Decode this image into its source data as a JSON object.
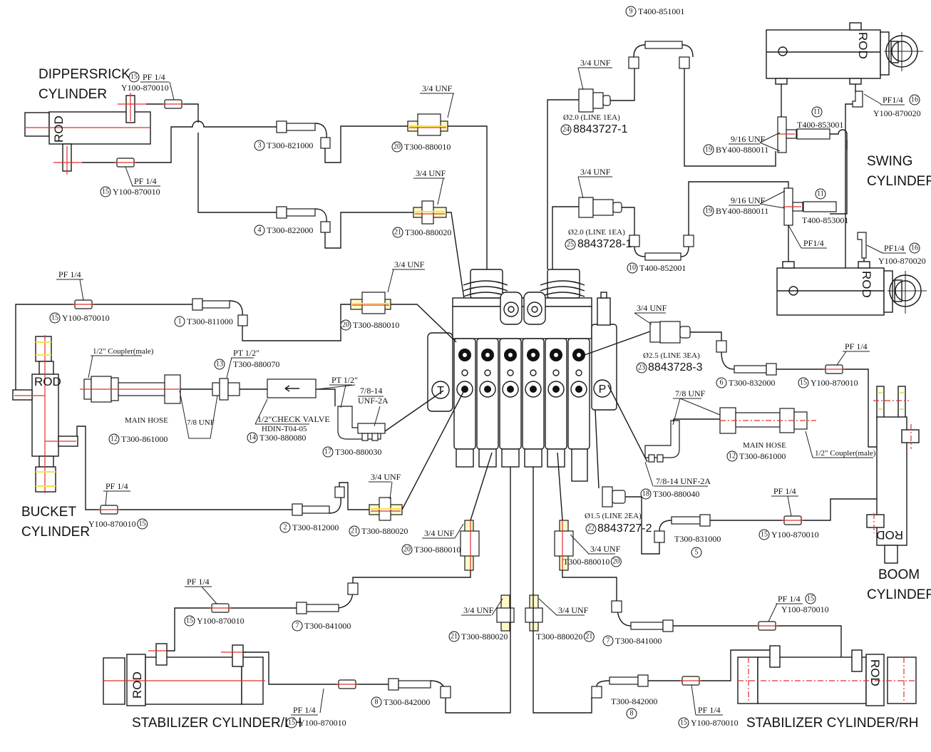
{
  "diagram_title": "Hydraulic Hose Routing Diagram",
  "colors": {
    "line": "#1a1a1a",
    "centerline": "#e0302a",
    "thread_highlight": "#f4e54a"
  },
  "cylinders": {
    "dipperstick": {
      "title_line1": "DIPPERSRICK",
      "title_line2": "CYLINDER",
      "rod": "ROD"
    },
    "bucket": {
      "title_line1": "BUCKET",
      "title_line2": "CYLINDER",
      "rod": "ROD"
    },
    "swing": {
      "title_line1": "SWING",
      "title_line2": "CYLINDER",
      "rod_top": "ROD",
      "rod_bottom": "ROD"
    },
    "boom": {
      "title_line1": "BOOM",
      "title_line2": "CYLINDER",
      "rod": "ROD"
    },
    "stabilizer_lh": {
      "title": "STABILIZER CYLINDER/LH",
      "rod": "ROD"
    },
    "stabilizer_rh": {
      "title": "STABILIZER CYLINDER/RH",
      "rod": "ROD"
    }
  },
  "valve": {
    "port_t": "T",
    "port_p": "P"
  },
  "labels": {
    "dip_pf_top": {
      "num": "15",
      "spec": "PF 1/4",
      "part": "Y100-870010"
    },
    "dip_pf_bot": {
      "num": "15",
      "spec": "PF 1/4",
      "part": "Y100-870010"
    },
    "hose3": {
      "num": "3",
      "part": "T300-821000"
    },
    "hose4": {
      "num": "4",
      "part": "T300-822000"
    },
    "fit20_top": {
      "num": "20",
      "spec": "3/4 UNF",
      "part": "T300-880010"
    },
    "fit21_top": {
      "num": "21",
      "spec": "3/4 UNF",
      "part": "T300-880020"
    },
    "hose9": {
      "num": "9",
      "part": "T400-851001"
    },
    "pipe24": {
      "num": "24",
      "spec": "3/4 UNF",
      "dia": "Ø2.0 (LINE 1EA)",
      "part": "8843727-1"
    },
    "pipe25": {
      "num": "25",
      "spec": "3/4 UNF",
      "dia": "Ø2.0 (LINE 1EA)",
      "part": "8843728-1"
    },
    "hose10": {
      "num": "10",
      "part": "T400-852001"
    },
    "tee19_top": {
      "num": "19",
      "spec": "9/16 UNF",
      "part": "BY400-880011"
    },
    "tee19_bot": {
      "num": "19",
      "spec": "9/16 UNF",
      "part": "BY400-880011",
      "pf": "PF1/4"
    },
    "hose11_top": {
      "num": "11",
      "part": "T400-853001"
    },
    "hose11_bot": {
      "num": "11",
      "part": "T400-853001"
    },
    "elbow16_top": {
      "num": "16",
      "spec": "PF1/4",
      "part": "Y100-870020"
    },
    "elbow16_bot": {
      "num": "16",
      "spec": "PF1/4",
      "part": "Y100-870020"
    },
    "bucket_pf_top": {
      "num": "15",
      "spec": "PF 1/4",
      "part": "Y100-870010"
    },
    "hose1": {
      "num": "1",
      "part": "T300-811000"
    },
    "fit20_mid": {
      "num": "20",
      "spec": "3/4 UNF",
      "part": "T300-880010"
    },
    "coupler_left": {
      "spec": "1/2\" Coupler(male)"
    },
    "main_hose_left": {
      "title": "MAIN HOSE",
      "num": "12",
      "part": "T300-861000",
      "spec": "7/8 UNF"
    },
    "adapter13": {
      "num": "13",
      "spec": "PT 1/2\"",
      "part": "T300-880070"
    },
    "check_valve14": {
      "num": "14",
      "spec": "1/2\"CHECK VALVE",
      "model": "HDIN-T04-05",
      "part": "T300-880080",
      "port": "PT 1/2\""
    },
    "elbow17": {
      "num": "17",
      "spec_line1": "7/8-14",
      "spec_line2": "UNF-2A",
      "part": "T300-880030"
    },
    "pipe23": {
      "num": "23",
      "spec": "3/4 UNF",
      "dia": "Ø2.5 (LINE 3EA)",
      "part": "8843728-3"
    },
    "hose6": {
      "num": "6",
      "part": "T300-832000"
    },
    "boom_pf_top": {
      "num": "15",
      "spec": "PF 1/4",
      "part": "Y100-870010"
    },
    "main_hose_right": {
      "title": "MAIN HOSE",
      "num": "12",
      "part": "T300-861000",
      "spec": "7/8 UNF"
    },
    "coupler_right": {
      "spec": "1/2\" Coupler(male)"
    },
    "elbow18": {
      "num": "18",
      "spec": "7/8-14 UNF-2A",
      "part": "T300-880040"
    },
    "bucket_pf_bot": {
      "num": "15",
      "spec": "PF 1/4",
      "part": "Y100-870010"
    },
    "hose2": {
      "num": "2",
      "part": "T300-812000"
    },
    "fit21_mid": {
      "num": "21",
      "spec": "3/4 UNF",
      "part": "T300-880020"
    },
    "pipe22": {
      "num": "22",
      "dia": "Ø1.5 (LINE 2EA)",
      "part": "8843727-2"
    },
    "hose5": {
      "num": "5",
      "part": "T300-831000"
    },
    "boom_pf_bot": {
      "num": "15",
      "spec": "PF 1/4",
      "part": "Y100-870010"
    },
    "fit20_bl": {
      "num": "20",
      "spec": "3/4 UNF",
      "part": "T300-880010"
    },
    "fit20_br": {
      "num": "20",
      "spec": "3/4 UNF",
      "part": "T300-880010"
    },
    "fit21_bl": {
      "num": "21",
      "spec": "3/4 UNF",
      "part": "T300-880020"
    },
    "fit21_br": {
      "num": "21",
      "spec": "3/4 UNF",
      "part": "T300-880020"
    },
    "stab_lh_pf_top": {
      "num": "15",
      "spec": "PF 1/4",
      "part": "Y100-870010"
    },
    "hose7_l": {
      "num": "7",
      "part": "T300-841000"
    },
    "stab_lh_pf_bot": {
      "num": "15",
      "spec": "PF 1/4",
      "part": "Y100-870010"
    },
    "hose8_l": {
      "num": "8",
      "part": "T300-842000"
    },
    "hose7_r": {
      "num": "7",
      "part": "T300-841000"
    },
    "stab_rh_pf_top": {
      "num": "15",
      "spec": "PF 1/4",
      "part": "Y100-870010"
    },
    "hose8_r": {
      "num": "8",
      "part": "T300-842000"
    },
    "stab_rh_pf_bot": {
      "num": "15",
      "spec": "PF 1/4",
      "part": "Y100-870010"
    }
  }
}
